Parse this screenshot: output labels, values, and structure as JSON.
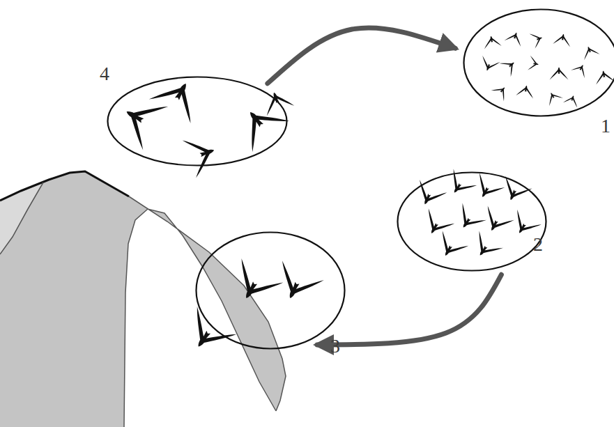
{
  "diagram": {
    "nodes": [
      {
        "text": [
          "1"
        ]
      },
      {
        "text": [
          "2"
        ]
      },
      {
        "text": [
          "3"
        ]
      },
      {
        "text": [
          "4"
        ]
      }
    ],
    "edges": [
      {
        "from": 3,
        "to": 0,
        "arrow": "to"
      },
      {
        "from": 1,
        "to": 2,
        "arrow": "to"
      }
    ]
  }
}
